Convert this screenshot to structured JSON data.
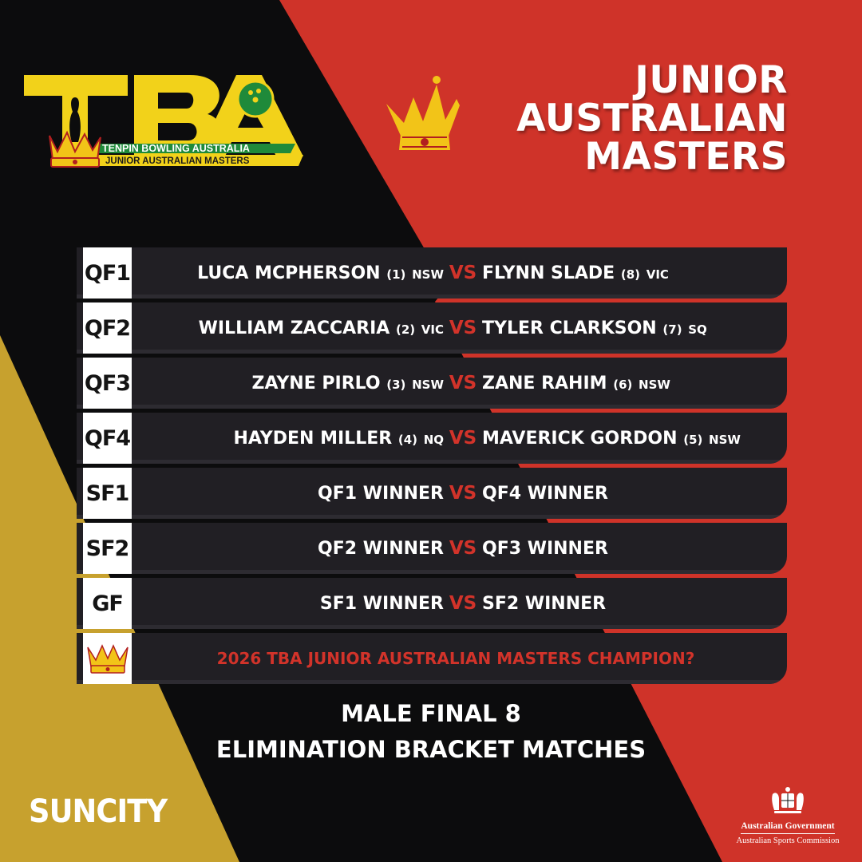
{
  "logo": {
    "letters": "TBA",
    "line1": "TENPIN BOWLING AUSTRALIA",
    "line2": "JUNIOR AUSTRALIAN MASTERS"
  },
  "title": [
    "JUNIOR",
    "AUSTRALIAN",
    "MASTERS"
  ],
  "matches": [
    {
      "code": "QF1",
      "home_name": "LUCA MCPHERSON",
      "home_seed": "(1)",
      "home_state": "NSW",
      "vs": "VS",
      "away_name": "FLYNN SLADE",
      "away_seed": "(8)",
      "away_state": "VIC"
    },
    {
      "code": "QF2",
      "home_name": "WILLIAM ZACCARIA",
      "home_seed": "(2)",
      "home_state": "VIC",
      "vs": "VS",
      "away_name": "TYLER CLARKSON",
      "away_seed": "(7)",
      "away_state": "SQ"
    },
    {
      "code": "QF3",
      "home_name": "ZAYNE PIRLO",
      "home_seed": "(3)",
      "home_state": "NSW",
      "vs": "VS",
      "away_name": "ZANE RAHIM",
      "away_seed": "(6)",
      "away_state": "NSW"
    },
    {
      "code": "QF4",
      "home_name": "HAYDEN MILLER",
      "home_seed": "(4)",
      "home_state": "NQ",
      "vs": "VS",
      "away_name": "MAVERICK GORDON",
      "away_seed": "(5)",
      "away_state": "NSW"
    },
    {
      "code": "SF1",
      "home_name": "QF1 WINNER",
      "home_seed": "",
      "home_state": "",
      "vs": "VS",
      "away_name": "QF4 WINNER",
      "away_seed": "",
      "away_state": ""
    },
    {
      "code": "SF2",
      "home_name": "QF2 WINNER",
      "home_seed": "",
      "home_state": "",
      "vs": "VS",
      "away_name": "QF3 WINNER",
      "away_seed": "",
      "away_state": ""
    },
    {
      "code": "GF",
      "home_name": "SF1 WINNER",
      "home_seed": "",
      "home_state": "",
      "vs": "VS",
      "away_name": "SF2 WINNER",
      "away_seed": "",
      "away_state": ""
    }
  ],
  "champion_row": "2026 TBA JUNIOR AUSTRALIAN MASTERS CHAMPION?",
  "footer": [
    "MALE FINAL 8",
    "ELIMINATION BRACKET MATCHES"
  ],
  "sponsor": "SUNCITY",
  "government": {
    "line1": "Australian Government",
    "line2": "Australian Sports Commission"
  },
  "colors": {
    "red": "#d2332a",
    "black": "#0c0c0d",
    "gold": "#c7a12e",
    "panel": "#211f24",
    "logo_yellow": "#f2d21a",
    "logo_green": "#1f8a3a"
  },
  "icons": [
    "crown-icon",
    "bowling-ball-icon",
    "bowling-pin-icon",
    "coat-of-arms-icon"
  ]
}
